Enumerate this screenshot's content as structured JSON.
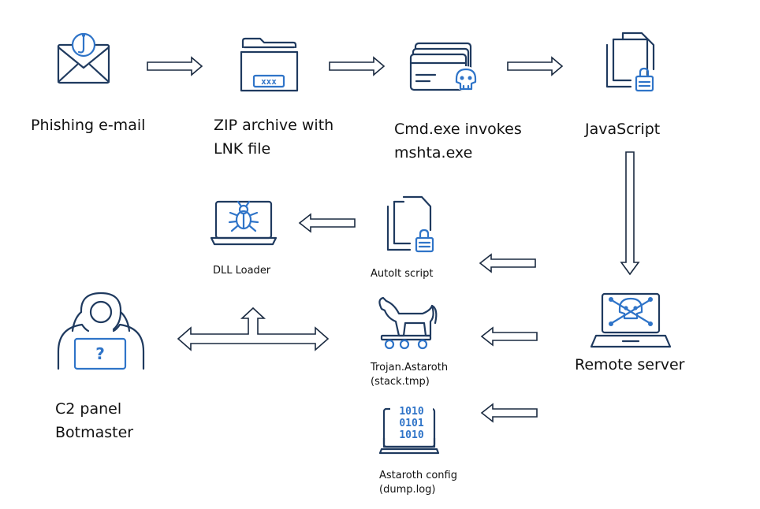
{
  "nodes": {
    "phishing": {
      "label": "Phishing e-mail",
      "icon": "phishing-email-icon"
    },
    "zip": {
      "line1": "ZIP archive with",
      "line2": "LNK file",
      "icon": "zip-folder-icon"
    },
    "cmd": {
      "line1": "Cmd.exe invokes",
      "line2": "mshta.exe",
      "icon": "malicious-cards-icon"
    },
    "javascript": {
      "label": "JavaScript",
      "icon": "locked-document-icon"
    },
    "remote_server": {
      "label": "Remote server",
      "icon": "skull-laptop-icon"
    },
    "autoit": {
      "label": "AutoIt script",
      "icon": "locked-document-icon"
    },
    "trojan": {
      "line1": "Trojan.Astaroth",
      "line2": "(stack.tmp)",
      "icon": "trojan-horse-icon"
    },
    "config": {
      "line1": "Astaroth config",
      "line2": "(dump.log)",
      "icon": "binary-laptop-icon"
    },
    "dll_loader": {
      "label": "DLL Loader",
      "icon": "bug-laptop-icon"
    },
    "c2": {
      "line1": "C2 panel",
      "line2": "Botmaster",
      "icon": "hacker-laptop-icon"
    }
  },
  "binary_lines": [
    "1010",
    "0101",
    "1010"
  ],
  "colors": {
    "ink": "#1f3a5f",
    "accent": "#2f74c8",
    "arrow_outline": "#1a2a40"
  }
}
